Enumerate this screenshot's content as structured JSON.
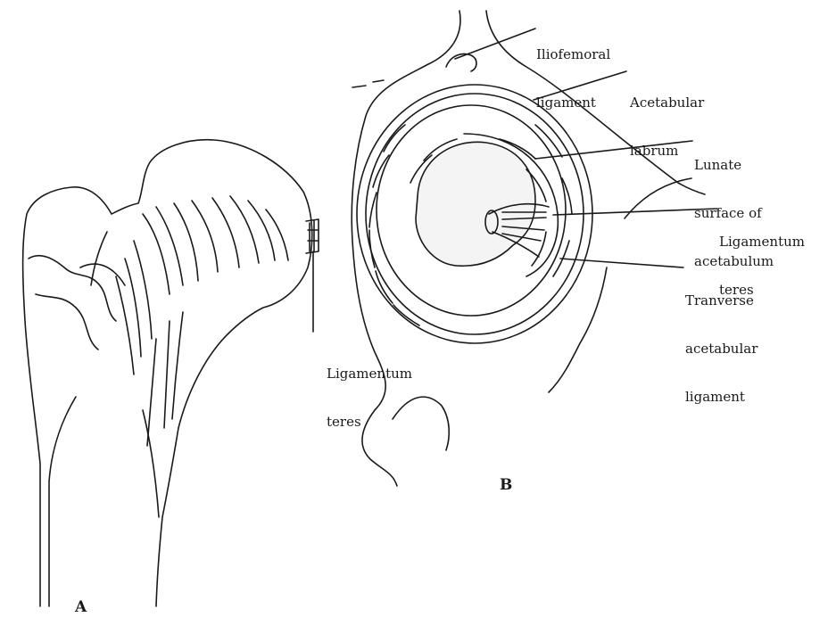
{
  "colors": {
    "ink": "#1a1a1a",
    "paper": "#ffffff"
  },
  "panels": {
    "a": {
      "letter": "A",
      "labels": {
        "ligamentum_teres": {
          "line1": "Ligamentum",
          "line2": "teres"
        }
      }
    },
    "b": {
      "letter": "B",
      "labels": {
        "iliofemoral": {
          "line1": "Iliofemoral",
          "line2": "ligament"
        },
        "labrum": {
          "line1": "Acetabular",
          "line2": "labrum"
        },
        "lunate": {
          "line1": "Lunate",
          "line2": "surface of",
          "line3": "acetabulum"
        },
        "teres": {
          "line1": "Ligamentum",
          "line2": "teres"
        },
        "transverse": {
          "line1": "Tranverse",
          "line2": "acetabular",
          "line3": "ligament"
        }
      }
    }
  }
}
